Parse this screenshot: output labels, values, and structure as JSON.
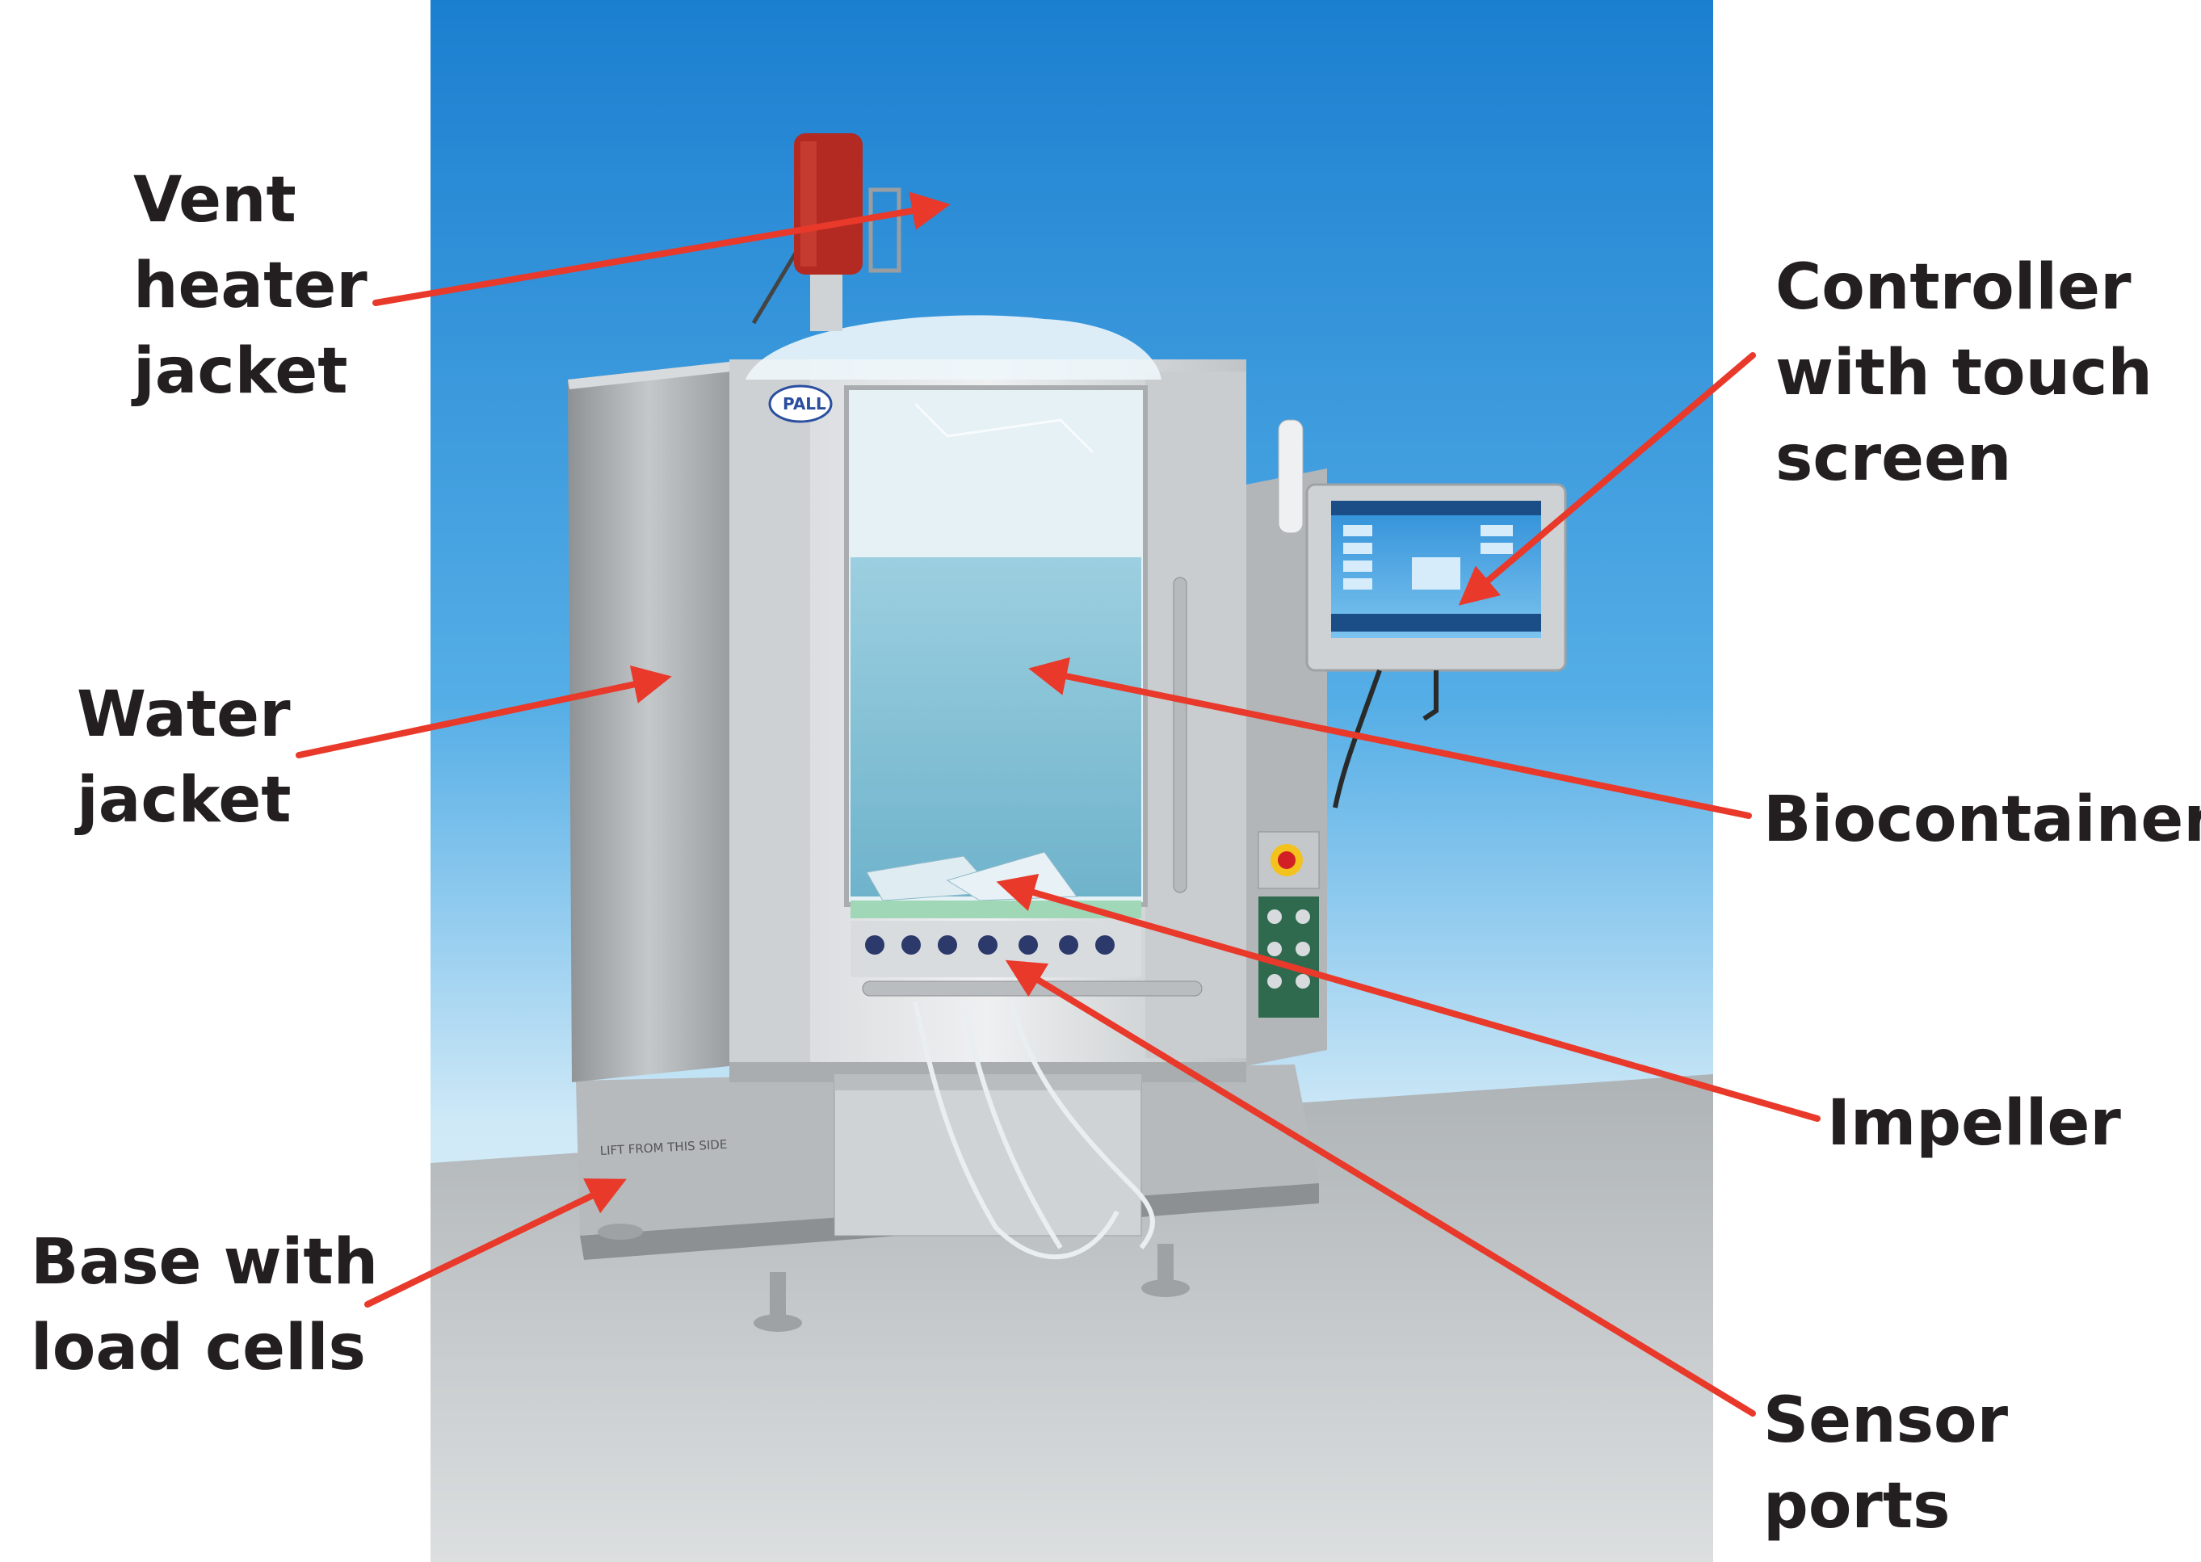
{
  "brand": {
    "logo_text": "PALL"
  },
  "colors": {
    "callout_arrow": "#e8392a",
    "label_text": "#231f20",
    "backdrop_top": "#1b84d6",
    "backdrop_bottom": "#bfe3f6",
    "floor": "#c7cbcd",
    "steel": "#c9ccce",
    "water": "#8fc7d9"
  },
  "callouts": [
    {
      "id": "vent-heater-jacket",
      "lines": [
        "Vent",
        "heater",
        "jacket"
      ]
    },
    {
      "id": "water-jacket",
      "lines": [
        "Water",
        "jacket"
      ]
    },
    {
      "id": "base-with-load-cells",
      "lines": [
        "Base with",
        "load cells"
      ]
    },
    {
      "id": "controller-with-touch-screen",
      "lines": [
        "Controller",
        "with touch",
        "screen"
      ]
    },
    {
      "id": "biocontainer",
      "lines": [
        "Biocontainer"
      ]
    },
    {
      "id": "impeller",
      "lines": [
        "Impeller"
      ]
    },
    {
      "id": "sensor-ports",
      "lines": [
        "Sensor",
        "ports"
      ]
    }
  ]
}
